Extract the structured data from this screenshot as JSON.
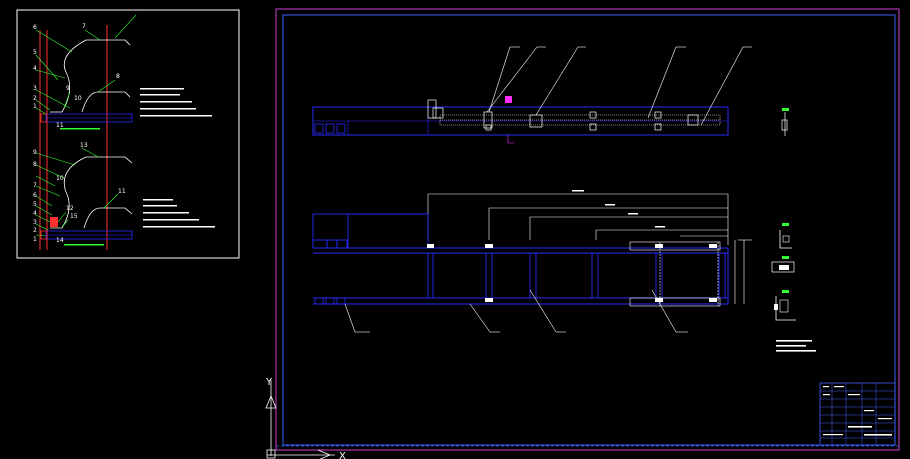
{
  "colors": {
    "background": "#000000",
    "border_outer": "#d040d0",
    "border_inner": "#4060ff",
    "line_white": "#ffffff",
    "line_blue": "#2a2aff",
    "line_red": "#ff3030",
    "line_green": "#30ff30",
    "accent_magenta": "#ff30ff"
  },
  "inset_view": {
    "callout_numbers_upper": [
      "6",
      "7",
      "5",
      "4",
      "3",
      "2",
      "1",
      "8",
      "9",
      "10",
      "11"
    ],
    "callout_numbers_lower": [
      "9",
      "8",
      "7",
      "6",
      "5",
      "4",
      "3",
      "2",
      "1",
      "13",
      "12",
      "14",
      "11",
      "10",
      "15"
    ],
    "upper_caption": "",
    "lower_caption": ""
  },
  "axis": {
    "x_label": "X",
    "y_label": "Y"
  },
  "drawing": {
    "dim_top": "",
    "dim_mid": "",
    "dim_low": ""
  }
}
